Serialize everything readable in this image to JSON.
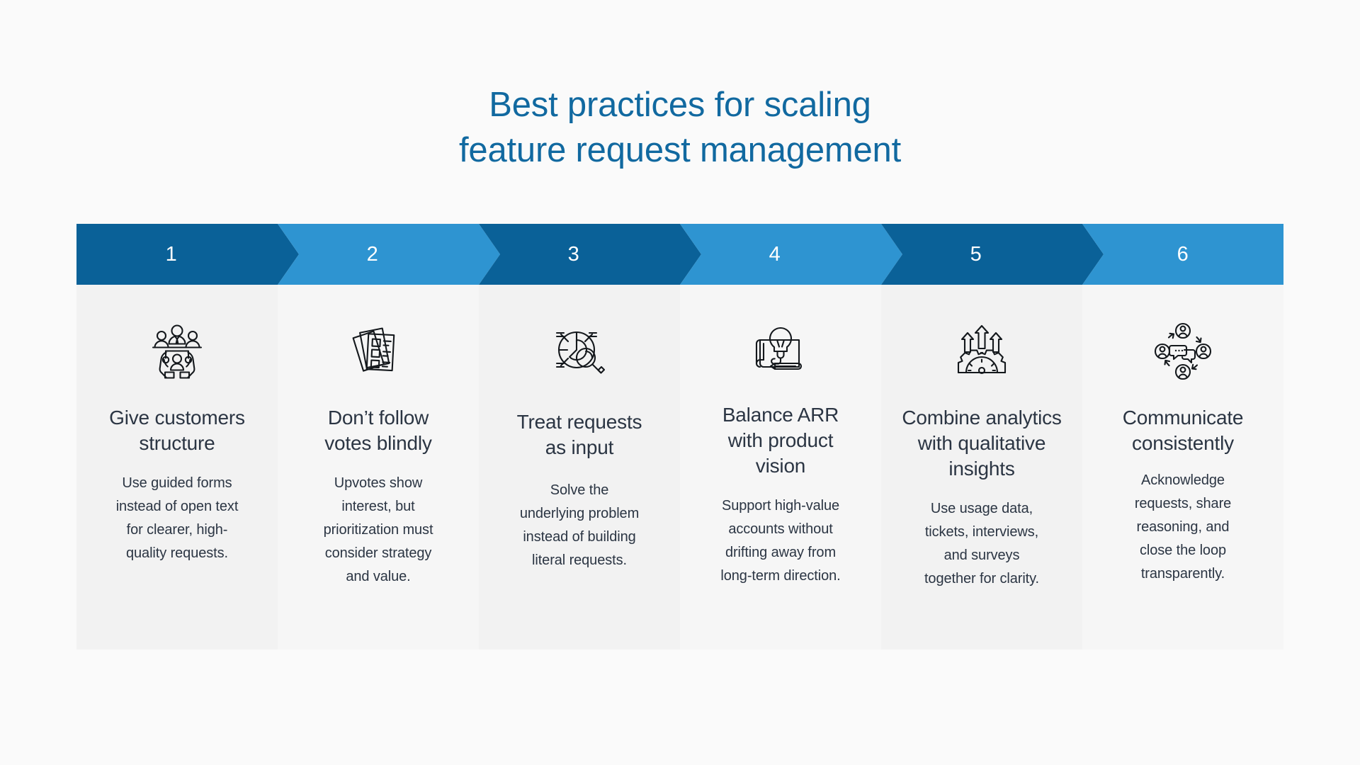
{
  "title": {
    "line1": "Best practices for scaling",
    "line2": "feature request management",
    "color": "#1169A0"
  },
  "colors": {
    "page_background": "#FAFAFA",
    "chevron_dark": "#0A6198",
    "chevron_light": "#2E94D1",
    "column_shade_a": "#F2F2F2",
    "column_shade_b": "#F6F6F6",
    "heading_text": "#2B3543",
    "body_text": "#2B3543",
    "number_text": "#FFFFFF",
    "icon_stroke": "#14181C"
  },
  "columns": [
    {
      "number": "1",
      "chevron_color": "#0A6198",
      "icon": "hands-holding-people-icon",
      "title": "Give customers\nstructure",
      "text": "Use guided forms\ninstead of open text\nfor clearer, high-\nquality requests."
    },
    {
      "number": "2",
      "chevron_color": "#2E94D1",
      "icon": "stacked-survey-documents-icon",
      "title": "Don’t follow\nvotes blindly",
      "text": "Upvotes show\ninterest, but\nprioritization must\nconsider strategy\nand value."
    },
    {
      "number": "3",
      "chevron_color": "#0A6198",
      "icon": "pie-chart-magnifier-icon",
      "title": "Treat requests\nas input",
      "text": "Solve the\nunderlying problem\ninstead of building\nliteral requests."
    },
    {
      "number": "4",
      "chevron_color": "#2E94D1",
      "icon": "lightbulb-blueprint-pencil-icon",
      "title": "Balance ARR\nwith product\nvision",
      "text": "Support high-value\naccounts without\ndrifting away from\nlong-term direction."
    },
    {
      "number": "5",
      "chevron_color": "#0A6198",
      "icon": "gauge-gear-growth-arrows-icon",
      "title": "Combine analytics\nwith qualitative\ninsights",
      "text": "Use usage data,\ntickets, interviews,\nand surveys\ntogether for clarity."
    },
    {
      "number": "6",
      "chevron_color": "#2E94D1",
      "icon": "people-communication-loop-icon",
      "title": "Communicate\nconsistently",
      "text": "Acknowledge\nrequests, share\nreasoning, and\nclose the loop\ntransparently."
    }
  ]
}
